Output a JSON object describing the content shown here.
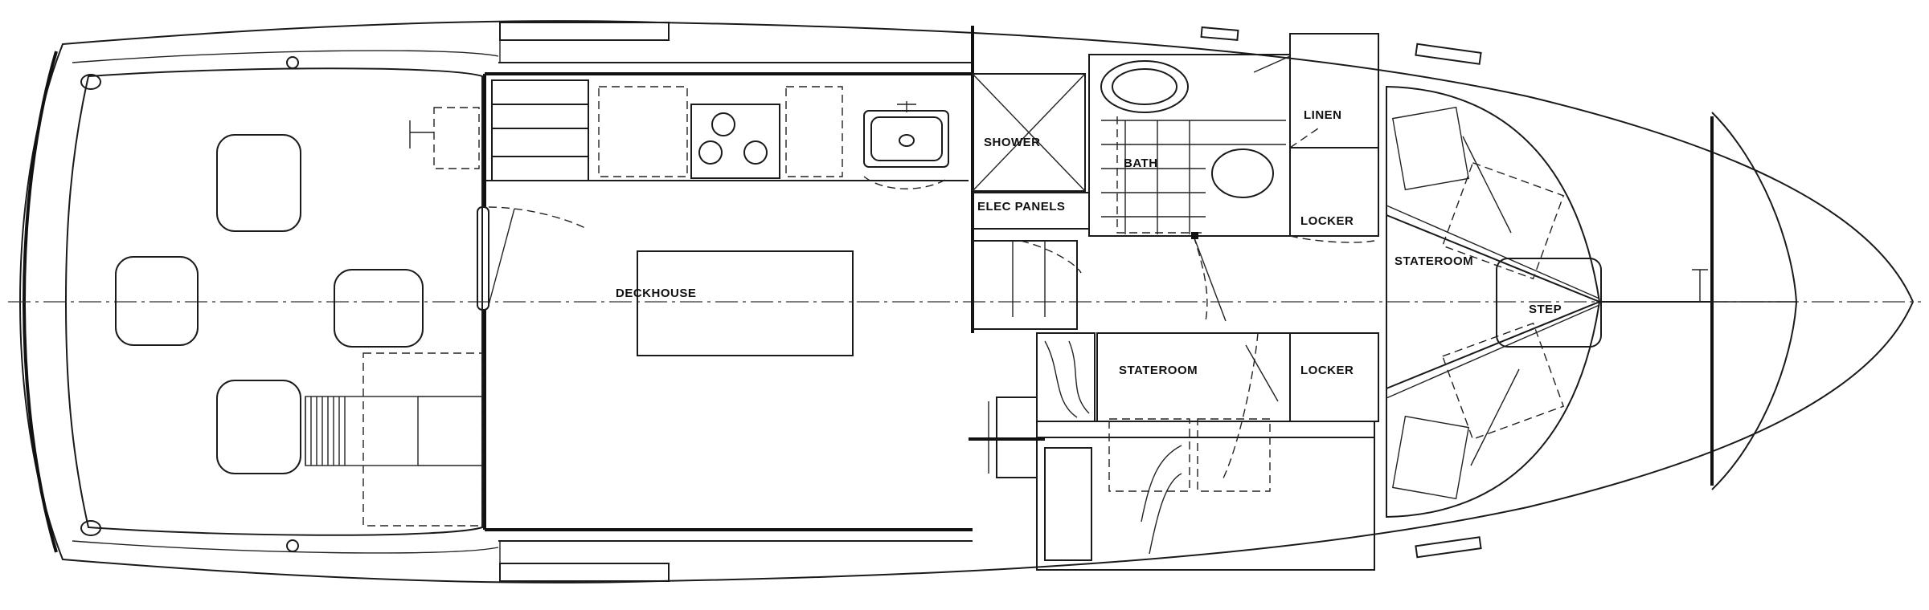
{
  "labels": {
    "deckhouse": "DECKHOUSE",
    "shower": "SHOWER",
    "bath": "BATH",
    "linen": "LINEN",
    "elec_panels": "ELEC PANELS",
    "locker_upper": "LOCKER",
    "locker_lower": "LOCKER",
    "stateroom_forward": "STATEROOM",
    "stateroom_mid": "STATEROOM",
    "step": "STEP"
  }
}
